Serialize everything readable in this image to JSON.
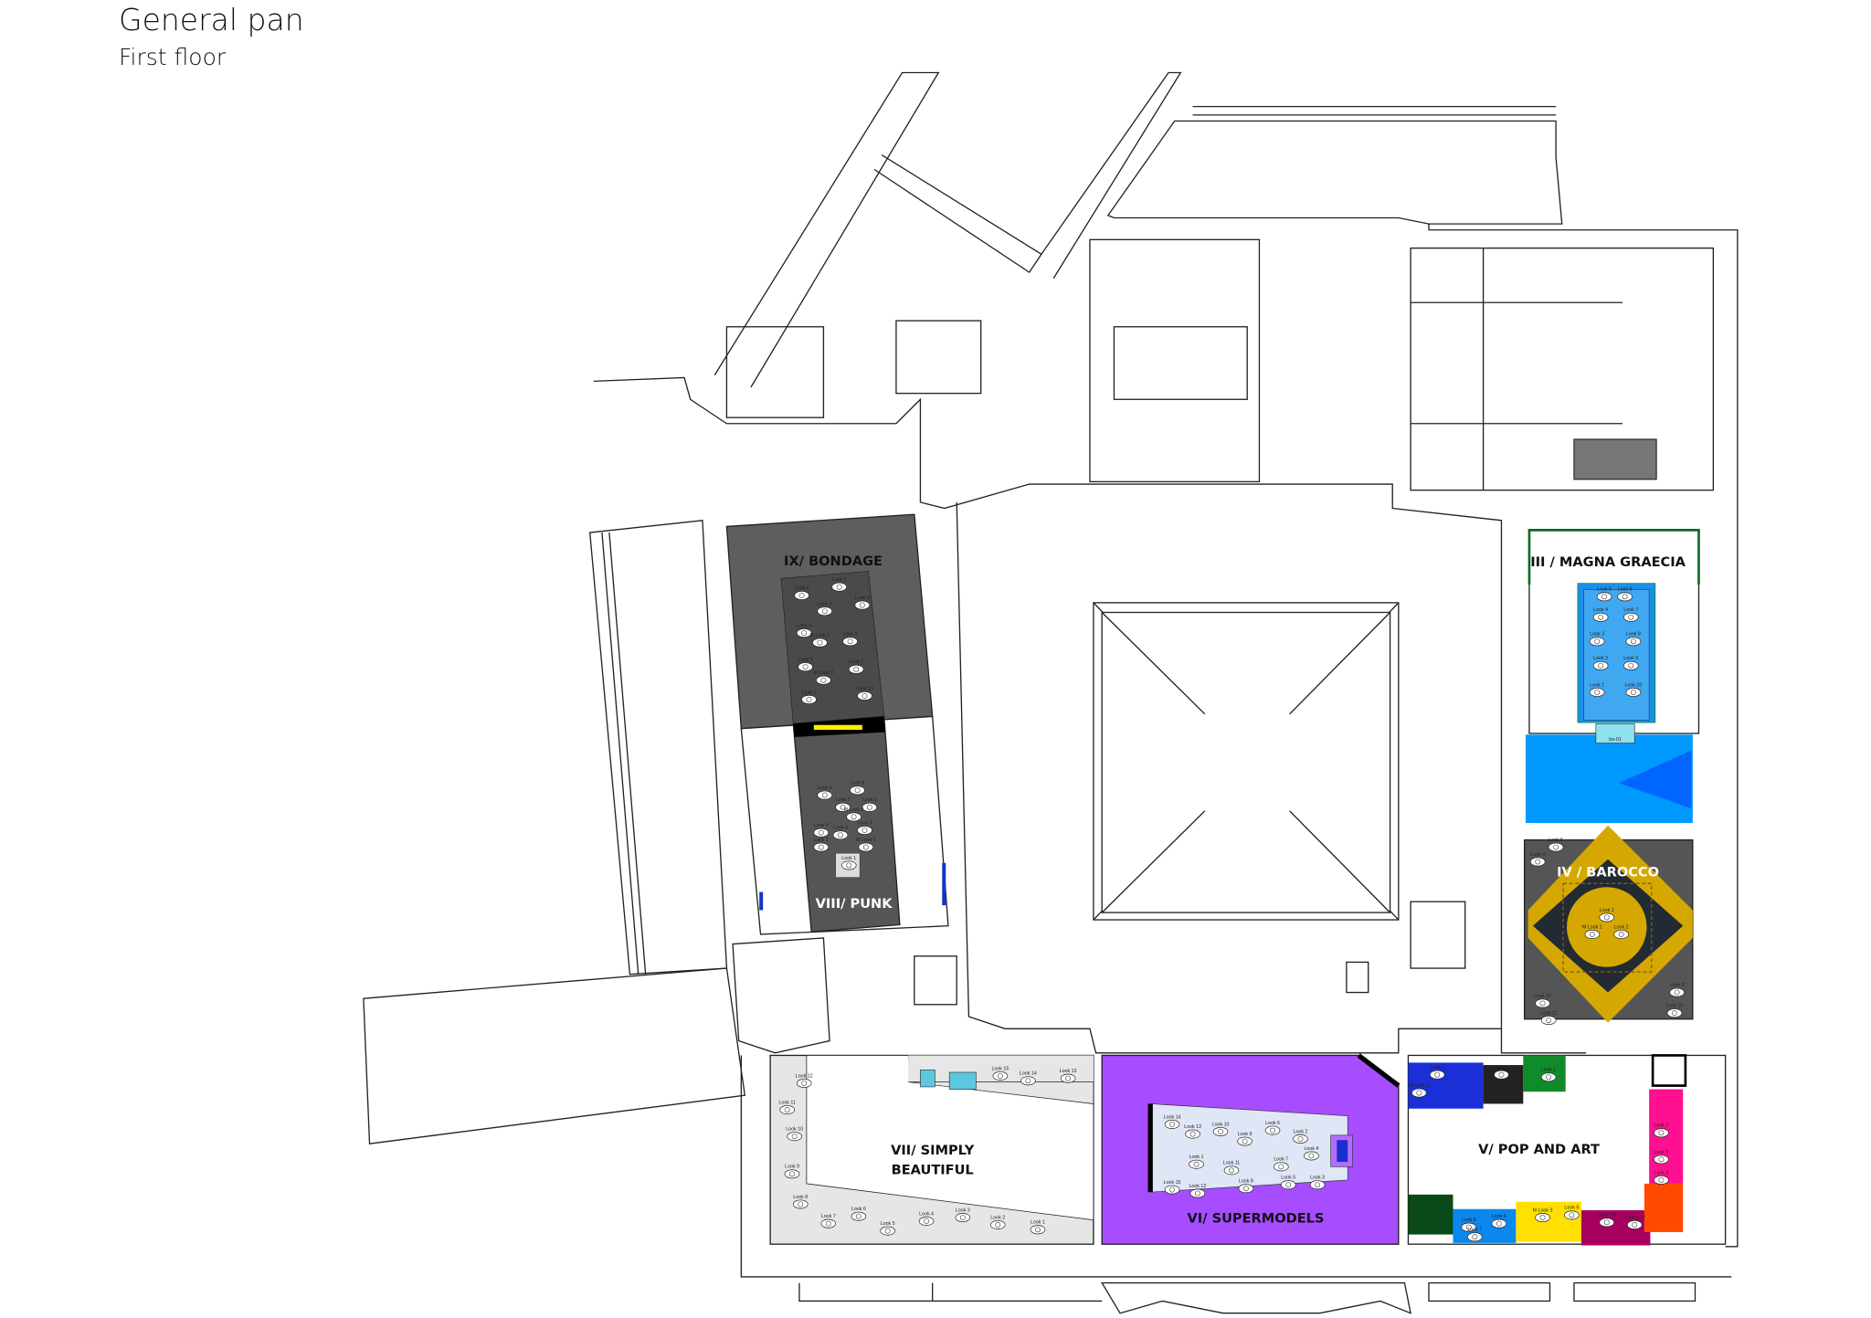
{
  "header": {
    "title": "General pan",
    "subtitle": "First floor"
  },
  "rooms": {
    "bondage": {
      "label": "IX/ BONDAGE",
      "color": "#5a5a5a",
      "looks": [
        "Look 5",
        "Look 7",
        "Look 8",
        "Look 6",
        "Look 4",
        "M Look 1",
        "Look 9",
        "Look 3",
        "M Look 2",
        "Look 2",
        "Look 10",
        "Look 1"
      ]
    },
    "punk": {
      "label": "VIII/ PUNK",
      "color": "#4d4d4d",
      "looks": [
        "Look 6",
        "Look 8",
        "Look 9",
        "Look 7",
        "M Look 2",
        "Look 5",
        "Look 3",
        "Look 4",
        "Look 2",
        "M Look 1",
        "Look 1"
      ]
    },
    "magna_graecia": {
      "label": "III / MAGNA GRAECIA",
      "color": "#1e8fe8",
      "looks": [
        "Look 5",
        "Look 6",
        "Look 4",
        "Look 7",
        "Look 3",
        "Look 8",
        "Look 2",
        "Look 9",
        "Look 1",
        "Look 10"
      ],
      "vitrine": "bo-01"
    },
    "barocco": {
      "label": "IV / BAROCCO",
      "color": "#d4a800",
      "looks": [
        "Look 1",
        "M Look 1",
        "Look 2",
        "Look 5",
        "Look 4",
        "Look 12",
        "Look 11",
        "Look 10",
        "Look 9"
      ]
    },
    "simply_beautiful": {
      "label_line1": "VII/ SIMPLY",
      "label_line2": "BEAUTIFUL",
      "color": "#e6e6e6",
      "looks": [
        "Look 15",
        "Look 14",
        "Look 13",
        "Look 12",
        "Look 11",
        "Look 10",
        "Look 9",
        "Look 8",
        "Look 7",
        "Look 6",
        "Look 5",
        "Look 4",
        "Look 3",
        "Look 2",
        "Look 1"
      ]
    },
    "supermodels": {
      "label": "VI/ SUPERMODELS",
      "color": "#a64dff",
      "looks": [
        "Look 14",
        "Look 13",
        "Look 10",
        "Look 9",
        "Look 6",
        "Look 2",
        "Look 1",
        "Look 11",
        "Look 7",
        "Look 4",
        "Look 15",
        "Look 12",
        "Look 8",
        "Look 5",
        "Look 3"
      ]
    },
    "pop_and_art": {
      "label": "V/ POP AND ART",
      "looks": [
        "Look 2",
        "M Look 2",
        "Look 1",
        "Look 1",
        "Look 2",
        "Look 3",
        "Look 4",
        "Look 8",
        "Look 6",
        "Look 7",
        "M Look 3",
        "Look 5",
        "Look 2 M",
        "Look 1 M"
      ]
    }
  },
  "colors": {
    "blue_band": "#0099ff",
    "dark_blue": "#0066ff",
    "yellow_bar": "#ffee00"
  }
}
